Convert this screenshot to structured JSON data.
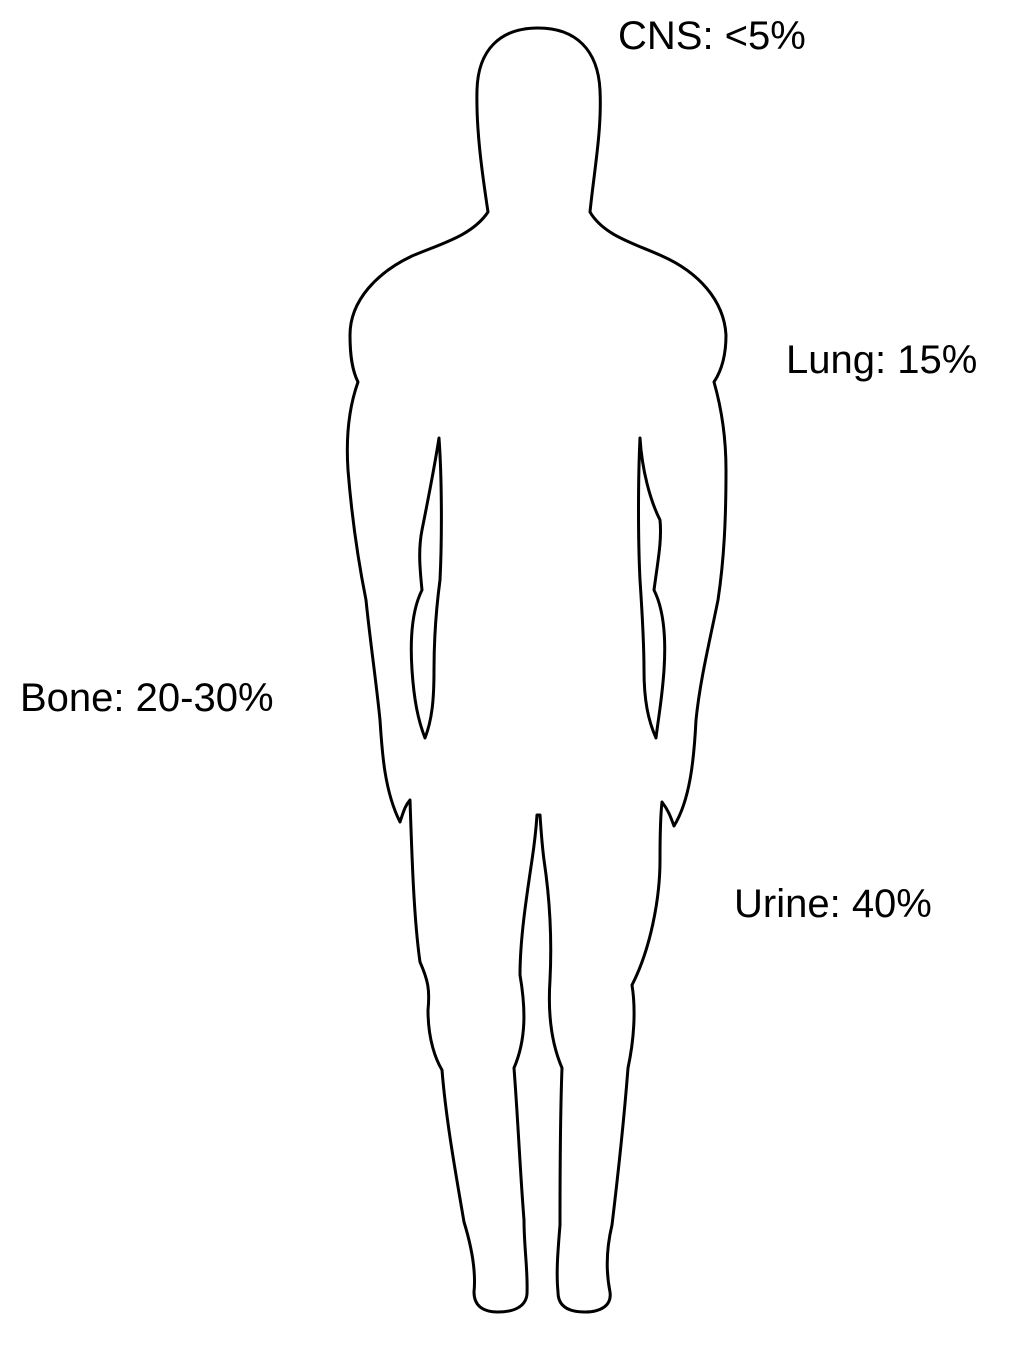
{
  "labels": {
    "cns": "CNS: <5%",
    "lung": "Lung: 15%",
    "bone": "Bone: 20-30%",
    "urine": "Urine: 40%"
  },
  "colors": {
    "background": "#ffffff",
    "outline": "#000000",
    "text": "#000000"
  }
}
